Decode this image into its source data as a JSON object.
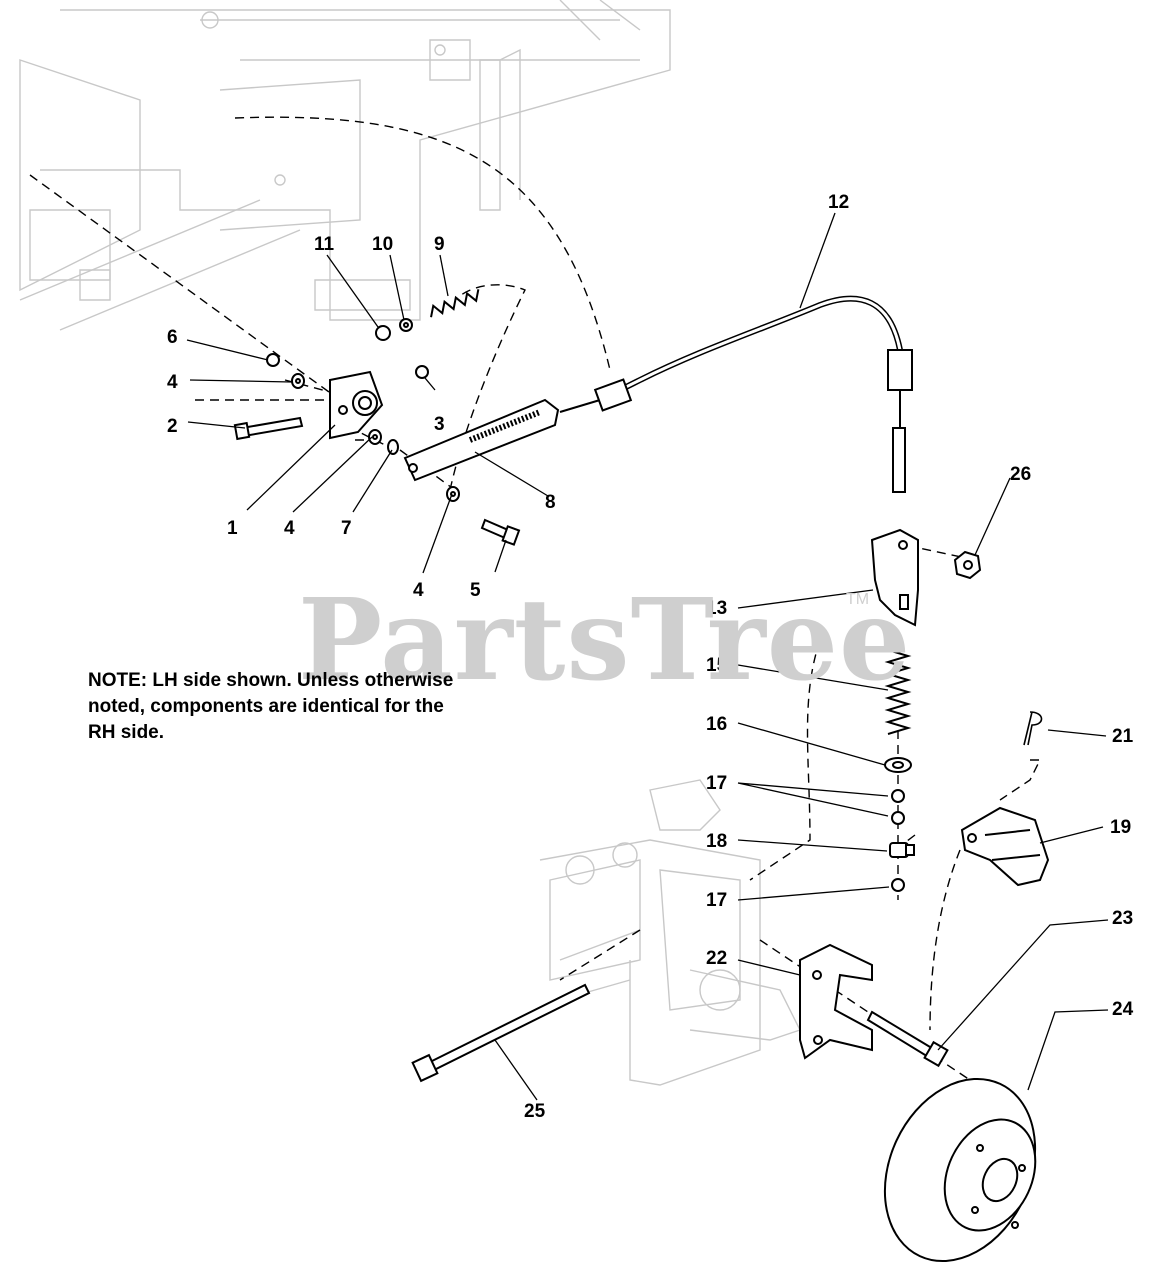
{
  "callouts": [
    {
      "label": "1"
    },
    {
      "label": "2"
    },
    {
      "label": "3"
    },
    {
      "label": "4"
    },
    {
      "label": "4"
    },
    {
      "label": "4"
    },
    {
      "label": "5"
    },
    {
      "label": "6"
    },
    {
      "label": "7"
    },
    {
      "label": "8"
    },
    {
      "label": "9"
    },
    {
      "label": "10"
    },
    {
      "label": "11"
    },
    {
      "label": "12"
    },
    {
      "label": "13"
    },
    {
      "label": "15"
    },
    {
      "label": "16"
    },
    {
      "label": "17"
    },
    {
      "label": "17"
    },
    {
      "label": "18"
    },
    {
      "label": "19"
    },
    {
      "label": "21"
    },
    {
      "label": "22"
    },
    {
      "label": "23"
    },
    {
      "label": "24"
    },
    {
      "label": "25"
    },
    {
      "label": "26"
    }
  ],
  "note": {
    "line1": "NOTE: LH side shown.  Unless otherwise",
    "line2": "noted, components are identical for the",
    "line3": "RH side."
  },
  "watermark": {
    "text": "PartsTree",
    "tm": "TM"
  }
}
